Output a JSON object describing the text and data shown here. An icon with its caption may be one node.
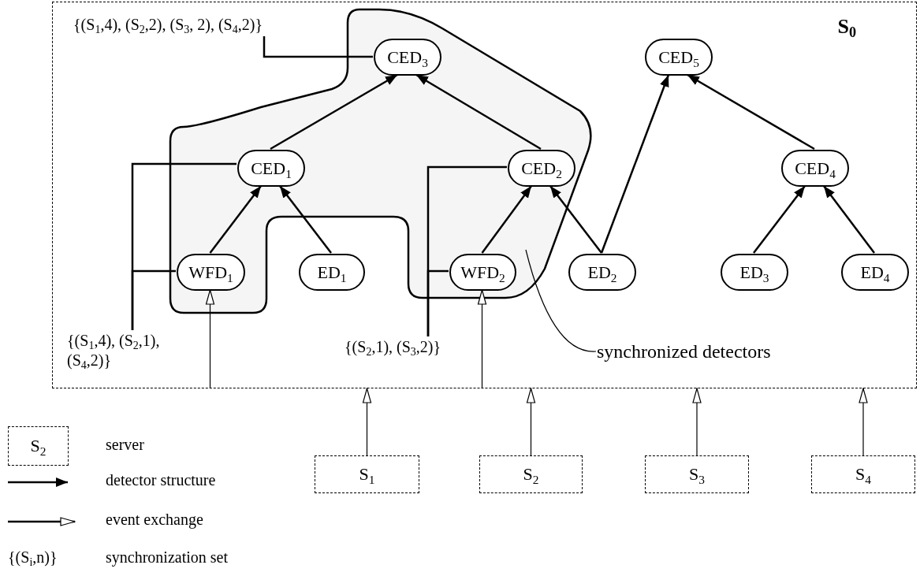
{
  "diagram": {
    "nodes": [
      {
        "text": [
          "S$_{0}$"
        ]
      },
      {
        "text": [],
        "shape": "blob",
        "in": 0
      },
      {
        "text": [
          "{(S$_{1}$,4), (S$_{2}$,2), (S$_{3}$, 2), (S$_{4}$,2)}"
        ],
        "in": 0
      },
      {
        "text": [
          "CED$_{3}$"
        ],
        "in": 1
      },
      {
        "text": [
          "CED$_{5}$"
        ],
        "in": 0
      },
      {
        "text": [
          "CED$_{1}$"
        ],
        "in": 1
      },
      {
        "text": [
          "CED$_{2}$"
        ],
        "in": 1
      },
      {
        "text": [
          "CED$_{4}$"
        ],
        "in": 0
      },
      {
        "text": [
          "WFD$_{1}$"
        ],
        "in": 1
      },
      {
        "text": [
          "ED$_{1}$"
        ],
        "in": 0
      },
      {
        "text": [
          "WFD$_{2}$"
        ],
        "in": 1
      },
      {
        "text": [
          "ED$_{2}$"
        ],
        "in": 0
      },
      {
        "text": [
          "ED$_{3}$"
        ],
        "in": 0
      },
      {
        "text": [
          "ED$_{4}$"
        ],
        "in": 0
      },
      {
        "text": [
          "{(S$_{1}$,4), (S$_{2}$,1), (S$_{4}$,2)}"
        ],
        "in": 0
      },
      {
        "text": [
          "{(S$_{2}$,1), (S$_{3}$,2)}"
        ],
        "in": 0
      },
      {
        "text": [
          "synchronized detectors"
        ],
        "in": 0
      },
      {
        "text": [
          "S$_{1}$"
        ]
      },
      {
        "text": [
          "S$_{2}$"
        ]
      },
      {
        "text": [
          "S$_{3}$"
        ]
      },
      {
        "text": [
          "S$_{4}$"
        ]
      }
    ],
    "edges": [
      {
        "from": 5,
        "to": 3,
        "arrow": "to"
      },
      {
        "from": 6,
        "to": 3,
        "arrow": "to"
      },
      {
        "from": 8,
        "to": 5,
        "arrow": "to"
      },
      {
        "from": 9,
        "to": 5,
        "arrow": "to"
      },
      {
        "from": 10,
        "to": 6,
        "arrow": "to"
      },
      {
        "from": 11,
        "to": 6,
        "arrow": "to"
      },
      {
        "from": 11,
        "to": 4,
        "arrow": "to"
      },
      {
        "from": 7,
        "to": 4,
        "arrow": "to"
      },
      {
        "from": 12,
        "to": 7,
        "arrow": "to"
      },
      {
        "from": 13,
        "to": 7,
        "arrow": "to"
      },
      {
        "from": 17,
        "to": 0,
        "arrow": "to"
      },
      {
        "from": 18,
        "to": 0,
        "arrow": "to"
      },
      {
        "from": 19,
        "to": 0,
        "arrow": "to"
      },
      {
        "from": 20,
        "to": 0,
        "arrow": "to"
      },
      {
        "from": 0,
        "to": 8,
        "arrow": "to"
      },
      {
        "from": 0,
        "to": 10,
        "arrow": "to"
      },
      {
        "from": 2,
        "to": 3,
        "arrow": "none"
      },
      {
        "from": 14,
        "to": 5,
        "arrow": "none"
      },
      {
        "from": 14,
        "to": 8,
        "arrow": "none"
      },
      {
        "from": 15,
        "to": 6,
        "arrow": "none"
      },
      {
        "from": 15,
        "to": 10,
        "arrow": "none"
      },
      {
        "from": 16,
        "to": 1,
        "arrow": "none"
      }
    ],
    "labels": [
      "S$_{2}$",
      "{(S$_{i}$,n)}"
    ],
    "legend": [
      {
        "text": "server"
      },
      {
        "text": "detector structure"
      },
      {
        "text": "event exchange"
      },
      {
        "text": "synchronization set"
      }
    ]
  }
}
